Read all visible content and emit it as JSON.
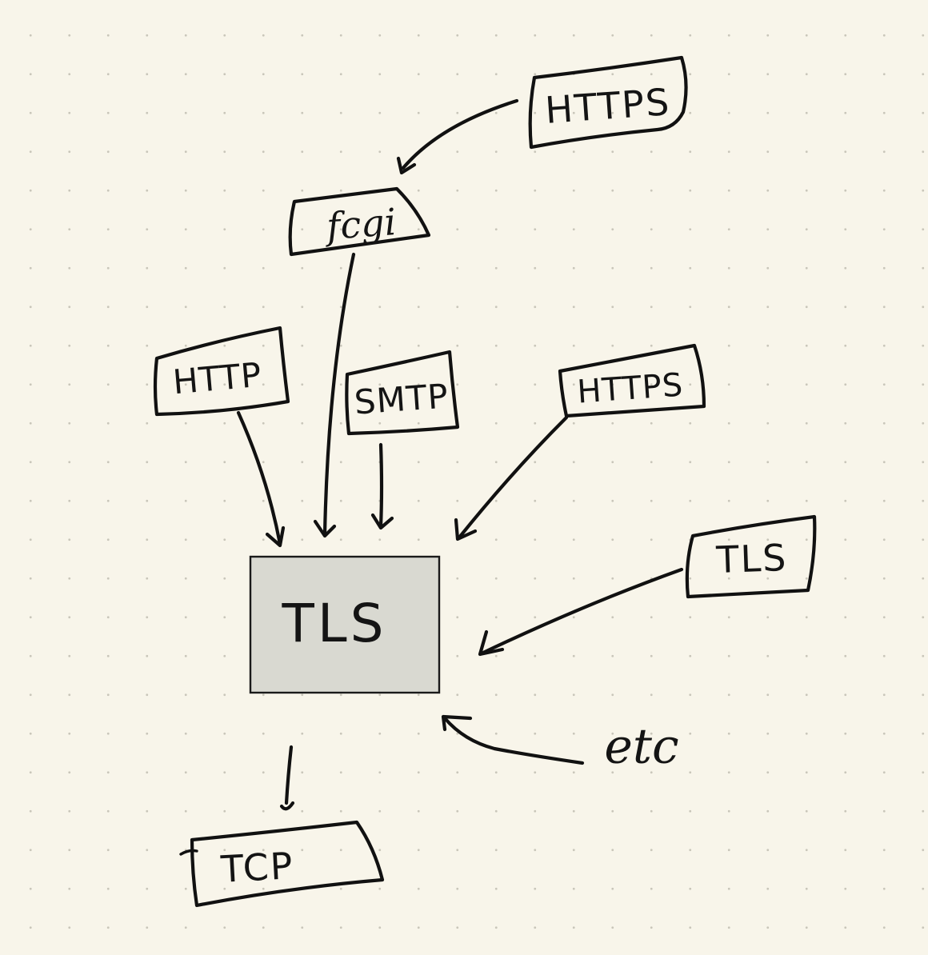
{
  "colors": {
    "paper": "#f8f5ea",
    "dot_grid": "#c9c6ba",
    "ink": "#111111",
    "central_box_fill": "#d9d9d1"
  },
  "nodes": {
    "https_top": "HTTPS",
    "fcgi": "fcgi",
    "http": "HTTP",
    "smtp": "SMTP",
    "https_right": "HTTPS",
    "tls_right": "TLS",
    "tls_center": "TLS",
    "etc": "etc",
    "tcp": "TCP"
  }
}
